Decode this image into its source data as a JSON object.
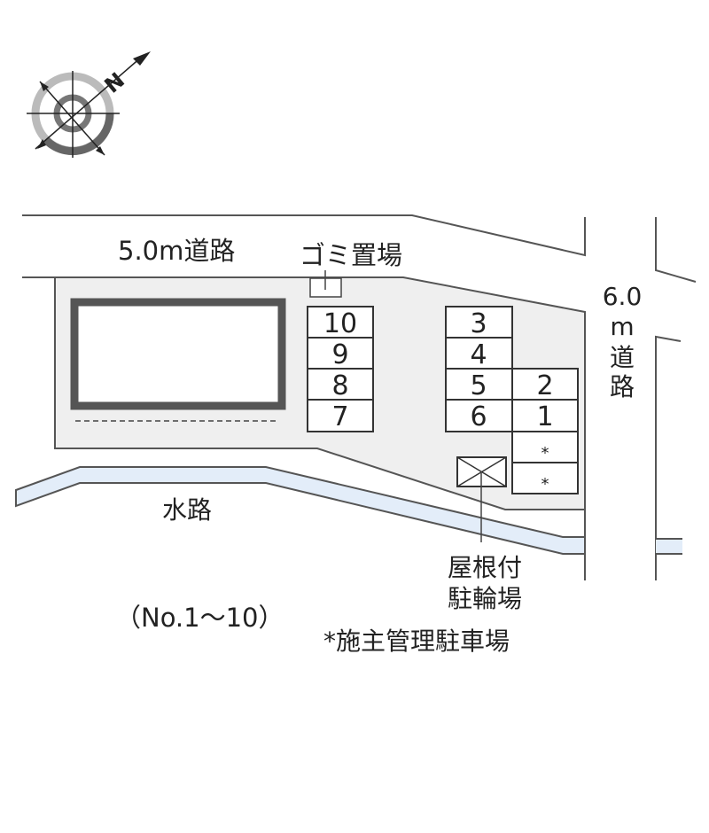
{
  "colors": {
    "lot": "#efefef",
    "water": "#e3edf9",
    "building_border": "#555555"
  },
  "labels": {
    "road_north": "5.0m道路",
    "garbage": "ゴミ置場",
    "road_east": [
      "6.0",
      "m",
      "道",
      "路"
    ],
    "waterway": "水路",
    "bike_shed": [
      "屋根付",
      "駐輪場"
    ],
    "numbering": "（No.1〜10）",
    "owner_note": "*施主管理駐車場"
  },
  "compass": {
    "direction_label": "N"
  },
  "parking": {
    "left_column": [
      "10",
      "9",
      "8",
      "7"
    ],
    "middle_column": [
      "3",
      "4",
      "5",
      "6"
    ],
    "right_column": [
      "2",
      "1",
      "*",
      "*"
    ]
  }
}
